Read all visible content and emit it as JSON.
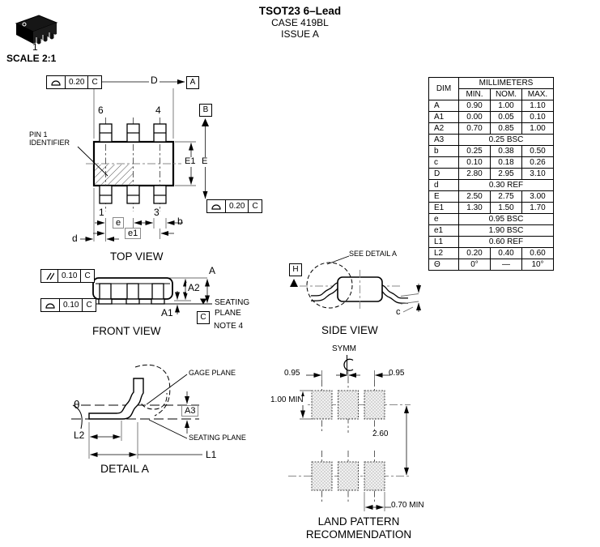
{
  "header": {
    "title": "TSOT23 6–Lead",
    "case": "CASE 419BL",
    "issue": "ISSUE A"
  },
  "scale_view": {
    "pin_label": "1",
    "scale": "SCALE 2:1"
  },
  "table": {
    "dim_header": "DIM",
    "unit_header": "MILLIMETERS",
    "col_headers": [
      "MIN.",
      "NOM.",
      "MAX."
    ],
    "rows": [
      {
        "dim": "A",
        "min": "0.90",
        "nom": "1.00",
        "max": "1.10"
      },
      {
        "dim": "A1",
        "min": "0.00",
        "nom": "0.05",
        "max": "0.10"
      },
      {
        "dim": "A2",
        "min": "0.70",
        "nom": "0.85",
        "max": "1.00"
      },
      {
        "dim": "A3",
        "value": "0.25 BSC"
      },
      {
        "dim": "b",
        "min": "0.25",
        "nom": "0.38",
        "max": "0.50"
      },
      {
        "dim": "c",
        "min": "0.10",
        "nom": "0.18",
        "max": "0.26"
      },
      {
        "dim": "D",
        "min": "2.80",
        "nom": "2.95",
        "max": "3.10"
      },
      {
        "dim": "d",
        "value": "0.30 REF"
      },
      {
        "dim": "E",
        "min": "2.50",
        "nom": "2.75",
        "max": "3.00"
      },
      {
        "dim": "E1",
        "min": "1.30",
        "nom": "1.50",
        "max": "1.70"
      },
      {
        "dim": "e",
        "value": "0.95 BSC"
      },
      {
        "dim": "e1",
        "value": "1.90 BSC"
      },
      {
        "dim": "L1",
        "value": "0.60 REF"
      },
      {
        "dim": "L2",
        "min": "0.20",
        "nom": "0.40",
        "max": "0.60"
      },
      {
        "dim": "Θ",
        "min": "0°",
        "nom": "—",
        "max": "10°"
      }
    ]
  },
  "top_view": {
    "title": "TOP VIEW",
    "pin1_note_line1": "PIN 1",
    "pin1_note_line2": "IDENTIFIER",
    "pins": {
      "p6": "6",
      "p4": "4",
      "p1": "1",
      "p3": "3"
    },
    "dims": {
      "D": "D",
      "E": "E",
      "E1": "E1",
      "e": "e",
      "e1": "e1",
      "b": "b",
      "d": "d"
    },
    "fcf_top": {
      "tol": "0.20",
      "datum": "C"
    },
    "fcf_bottom": {
      "tol": "0.20",
      "datum": "C"
    },
    "datum_a": "A",
    "datum_b": "B"
  },
  "front_view": {
    "title": "FRONT VIEW",
    "dims": {
      "A": "A",
      "A1": "A1",
      "A2": "A2"
    },
    "fcf_parallel": {
      "tol": "0.10",
      "datum": "C"
    },
    "fcf_profile": {
      "tol": "0.10",
      "datum": "C"
    },
    "seating_line1": "SEATING",
    "seating_line2": "PLANE",
    "note": "NOTE 4",
    "datum_c": "C"
  },
  "side_view": {
    "title": "SIDE VIEW",
    "see_detail": "SEE DETAIL A",
    "dim_c": "c",
    "datum_h": "H"
  },
  "detail_a": {
    "title": "DETAIL A",
    "gage_plane": "GAGE PLANE",
    "seating_plane": "SEATING PLANE",
    "dims": {
      "theta": "θ",
      "A3": "A3",
      "L1": "L1",
      "L2": "L2"
    }
  },
  "land_pattern": {
    "title_line1": "LAND PATTERN",
    "title_line2": "RECOMMENDATION",
    "symm": "SYMM",
    "dim_pitch_left": "0.95",
    "dim_pitch_right": "0.95",
    "dim_pad_height": "1.00 MIN",
    "dim_row_span": "2.60",
    "dim_pad_width": "0.70 MIN"
  },
  "colors": {
    "ink": "#000000",
    "dim_line": "#3f3f3f",
    "centerline": "#8a8a8a",
    "pad_fill": "#e8e8e8"
  }
}
